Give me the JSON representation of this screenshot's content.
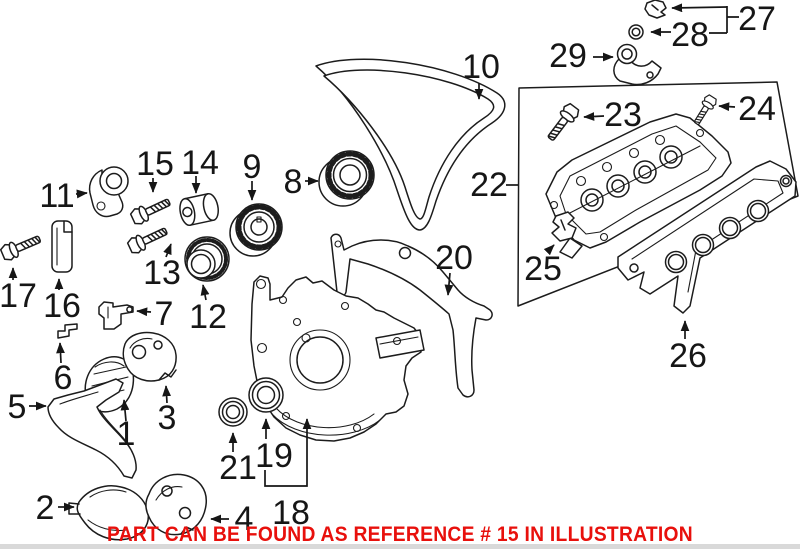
{
  "notice": {
    "text": "PART CAN BE FOUND AS REFERENCE # 15 IN ILLUSTRATION",
    "color": "#e8100c"
  },
  "callouts": {
    "c1": "1",
    "c2": "2",
    "c3": "3",
    "c4": "4",
    "c5": "5",
    "c6": "6",
    "c7": "7",
    "c8": "8",
    "c9": "9",
    "c10": "10",
    "c11": "11",
    "c12": "12",
    "c13": "13",
    "c14": "14",
    "c15": "15",
    "c16": "16",
    "c17": "17",
    "c18": "18",
    "c19": "19",
    "c20": "20",
    "c21": "21",
    "c22": "22",
    "c23": "23",
    "c24": "24",
    "c25": "25",
    "c26": "26",
    "c27": "27",
    "c28": "28",
    "c29": "29"
  },
  "colors": {
    "ink": "#1c1c1c",
    "paper": "#ffffff",
    "footer_bar": "#d9d9d9",
    "notice_red": "#e8100c"
  }
}
